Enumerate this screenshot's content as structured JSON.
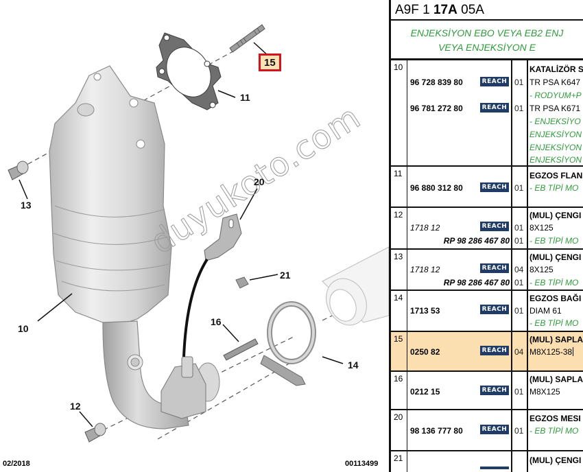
{
  "diagram": {
    "callouts": {
      "c10": "10",
      "c11": "11",
      "c12": "12",
      "c13": "13",
      "c14": "14",
      "c15": "15",
      "c16": "16",
      "c20": "20",
      "c21": "21"
    },
    "selected_callout": "15",
    "footer_date": "02/2018",
    "footer_ref": "00113499",
    "watermark": "duyukoto.com"
  },
  "parts": {
    "header": {
      "prefix": "A9F 1 ",
      "bold": "17A",
      "suffix": " 05A"
    },
    "subtitle": {
      "line1": "ENJEKSİYON EBO VEYA EB2 ENJ",
      "line2": "VEYA ENJEKSİYON E"
    },
    "badge_label": "REACH",
    "colors": {
      "badge": "#213b67",
      "highlight": "#fbdfb0",
      "green_text": "#2e9b3a",
      "selected_border": "#d2141e"
    },
    "rows": [
      {
        "no": "10",
        "refs": [
          {
            "num": "96 728 839 80",
            "qty": "01"
          },
          {
            "num": "96 781 272 80",
            "qty": "01"
          }
        ],
        "desc": [
          "KATALİZÖR S",
          "TR PSA K647",
          "- RODYUM+P",
          "TR PSA K671",
          "- ENJEKSİYO",
          "ENJEKSİYON",
          "ENJEKSİYON",
          "ENJEKSİYON"
        ]
      },
      {
        "no": "11",
        "refs": [
          {
            "num": "96 880 312 80",
            "qty": "01"
          }
        ],
        "desc": [
          "EGZOS FLAN",
          "- EB TİPİ MO"
        ]
      },
      {
        "no": "12",
        "refs": [
          {
            "num": "1718 12",
            "qty": "01"
          },
          {
            "num": "RP 98 286 467 80",
            "qty": "01"
          }
        ],
        "desc": [
          "(MUL) ÇENGI",
          "8X125",
          "- EB TİPİ MO"
        ]
      },
      {
        "no": "13",
        "refs": [
          {
            "num": "1718 12",
            "qty": "04"
          },
          {
            "num": "RP 98 286 467 80",
            "qty": "01"
          }
        ],
        "desc": [
          "(MUL) ÇENGI",
          "8X125",
          "- EB TİPİ MO"
        ]
      },
      {
        "no": "14",
        "refs": [
          {
            "num": "1713 53",
            "qty": "01"
          }
        ],
        "desc": [
          "EGZOS BAĞI",
          "DIAM 61",
          "- EB TİPİ MO"
        ]
      },
      {
        "no": "15",
        "refs": [
          {
            "num": "0250 82",
            "qty": "04"
          }
        ],
        "desc": [
          "(MUL) SAPLA",
          "M8X125-38"
        ]
      },
      {
        "no": "16",
        "refs": [
          {
            "num": "0212 15",
            "qty": "01"
          }
        ],
        "desc": [
          "(MUL) SAPLA",
          "M8X125"
        ]
      },
      {
        "no": "20",
        "refs": [
          {
            "num": "98 136 777 80",
            "qty": "01"
          }
        ],
        "desc": [
          "EGZOS MESI",
          "- EB TİPİ MO"
        ]
      },
      {
        "no": "21",
        "refs": [],
        "desc": [
          "(MUL) ÇENGI"
        ]
      }
    ]
  }
}
